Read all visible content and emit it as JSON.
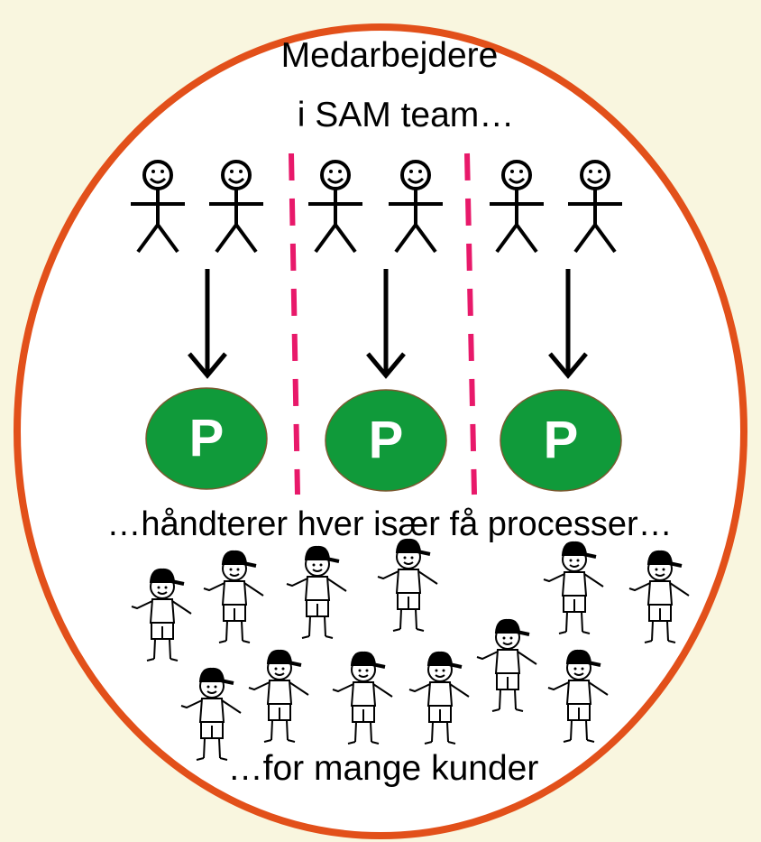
{
  "colors": {
    "background": "#f9f6df",
    "ellipse_border": "#e2501a",
    "ellipse_fill": "#ffffff",
    "process_fill": "#109a3a",
    "divider": "#e8196a",
    "stroke": "#000000"
  },
  "texts": {
    "title_line1": "Medarbejdere",
    "title_line2": "i SAM team…",
    "middle": "…håndterer hver især få processer…",
    "bottom": "…for mange kunder"
  },
  "processes": [
    {
      "label": "P"
    },
    {
      "label": "P"
    },
    {
      "label": "P"
    }
  ],
  "icons": {
    "employee": "stick-figure-icon",
    "customer": "cap-boy-icon",
    "arrow": "arrow-down-icon"
  }
}
